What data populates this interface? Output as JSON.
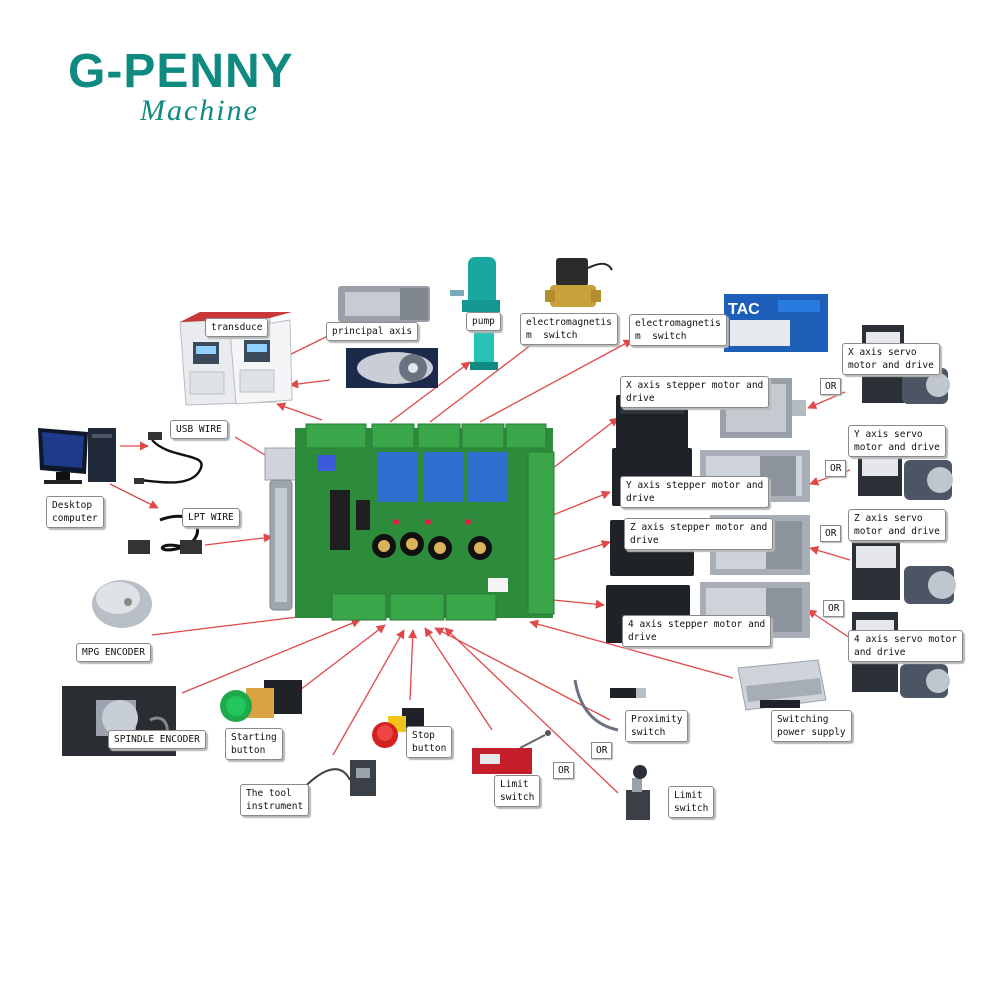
{
  "logo": {
    "brand": "G-PENNY",
    "tagline": "Machine"
  },
  "labels": {
    "transduce": "transduce",
    "principal_axis": "principal axis",
    "pump": "pump",
    "em_switch_1": "electromagnetis\nm  switch",
    "em_switch_2": "electromagnetis\nm  switch",
    "usb_wire": "USB WIRE",
    "lpt_wire": "LPT WIRE",
    "desktop_computer": "Desktop\ncomputer",
    "x_stepper": "X axis stepper motor and\ndrive",
    "y_stepper": "Y axis stepper motor and\ndrive",
    "z_stepper": "Z axis stepper motor and\ndrive",
    "a4_stepper": "4 axis stepper motor and\ndrive",
    "x_servo": "X axis servo\nmotor and drive",
    "y_servo": "Y axis servo\nmotor and drive",
    "z_servo": "Z axis servo\nmotor and drive",
    "a4_servo": "4 axis servo motor\nand drive",
    "mpg_encoder": "MPG ENCODER",
    "spindle_encoder": "SPINDLE ENCODER",
    "starting_button": "Starting\nbutton",
    "stop_button": "Stop\nbutton",
    "tool_instrument": "The tool\ninstrument",
    "limit_switch_1": "Limit\nswitch",
    "limit_switch_2": "Limit\nswitch",
    "proximity_switch": "Proximity\nswitch",
    "switching_power_supply": "Switching\npower supply",
    "tac": "TAC"
  },
  "or_text": "OR",
  "colors": {
    "brand": "#0e8a80",
    "arrow": "#e0484a",
    "pcb": "#2d8c3c",
    "terminal": "#3aa64a",
    "relay": "#2f6fd0"
  }
}
